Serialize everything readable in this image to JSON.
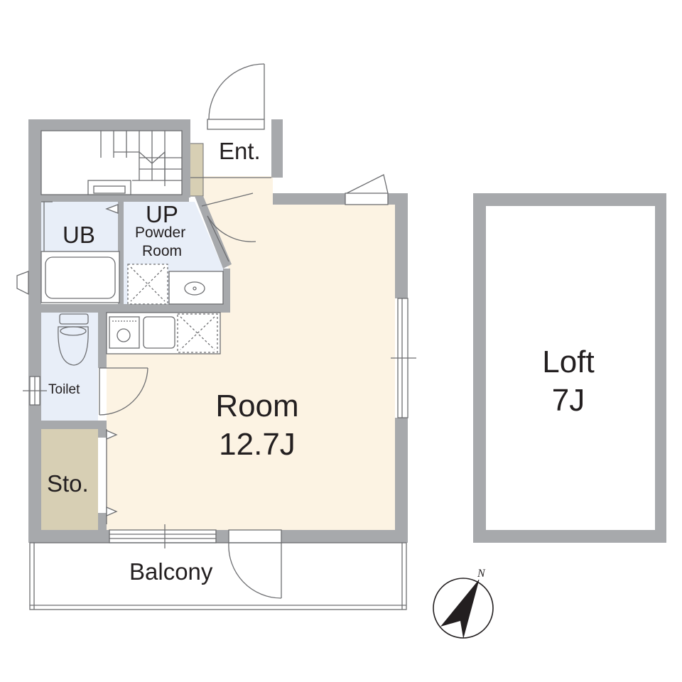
{
  "rooms": {
    "entrance": "Ent.",
    "unit_bath": "UB",
    "powder_room": "Powder\nRoom",
    "stair_up": "UP",
    "toilet": "Toilet",
    "storage": "Sto.",
    "main_room": "Room",
    "main_room_size": "12.7J",
    "balcony": "Balcony",
    "loft": "Loft",
    "loft_size": "7J"
  },
  "compass": {
    "north_label": "N"
  },
  "colors": {
    "wall": "#a7a9ac",
    "room_fill": "#fcf3e3",
    "wet_area_fill": "#e8eef8",
    "storage_fill": "#d7cfb4",
    "line": "#6d6e71",
    "text": "#231f20"
  }
}
